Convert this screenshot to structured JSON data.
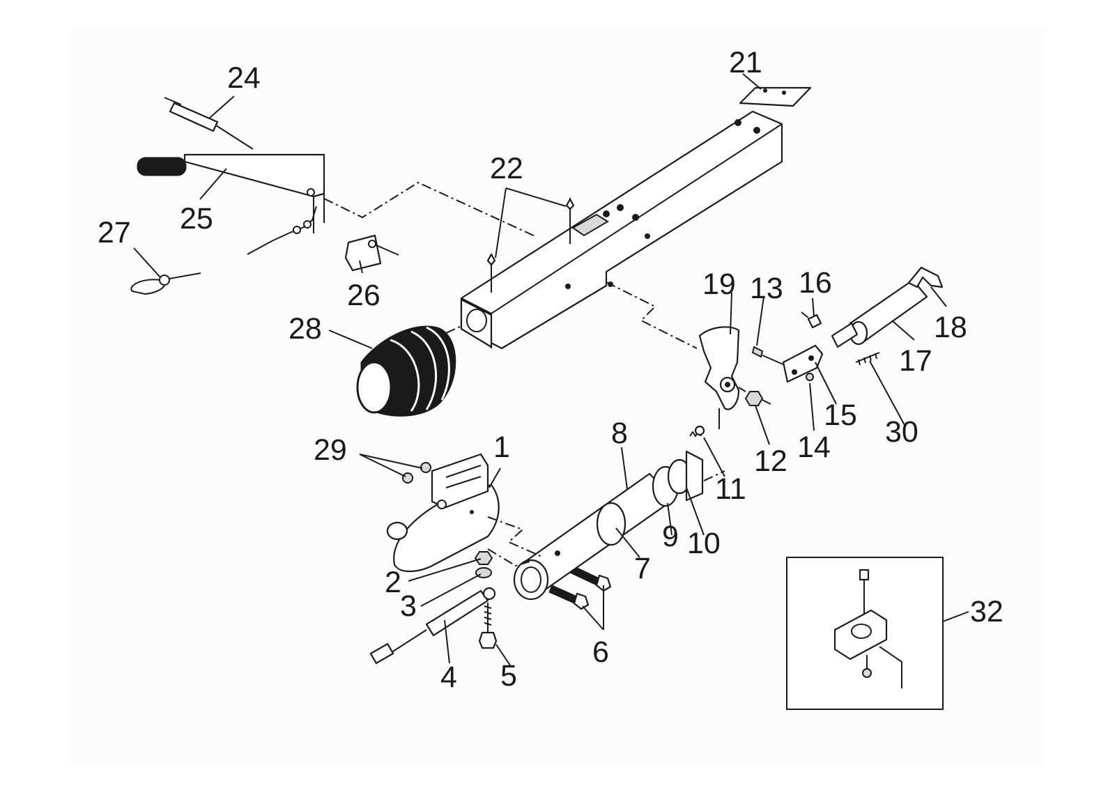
{
  "diagram": {
    "labels": {
      "p1": "1",
      "p2": "2",
      "p3": "3",
      "p4": "4",
      "p5": "5",
      "p6": "6",
      "p7": "7",
      "p8": "8",
      "p9": "9",
      "p10": "10",
      "p11": "11",
      "p12": "12",
      "p13": "13",
      "p14": "14",
      "p15": "15",
      "p16": "16",
      "p17": "17",
      "p18": "18",
      "p19": "19",
      "p21": "21",
      "p22": "22",
      "p24": "24",
      "p25": "25",
      "p26": "26",
      "p27": "27",
      "p28": "28",
      "p29": "29",
      "p30": "30",
      "p32": "32"
    }
  }
}
